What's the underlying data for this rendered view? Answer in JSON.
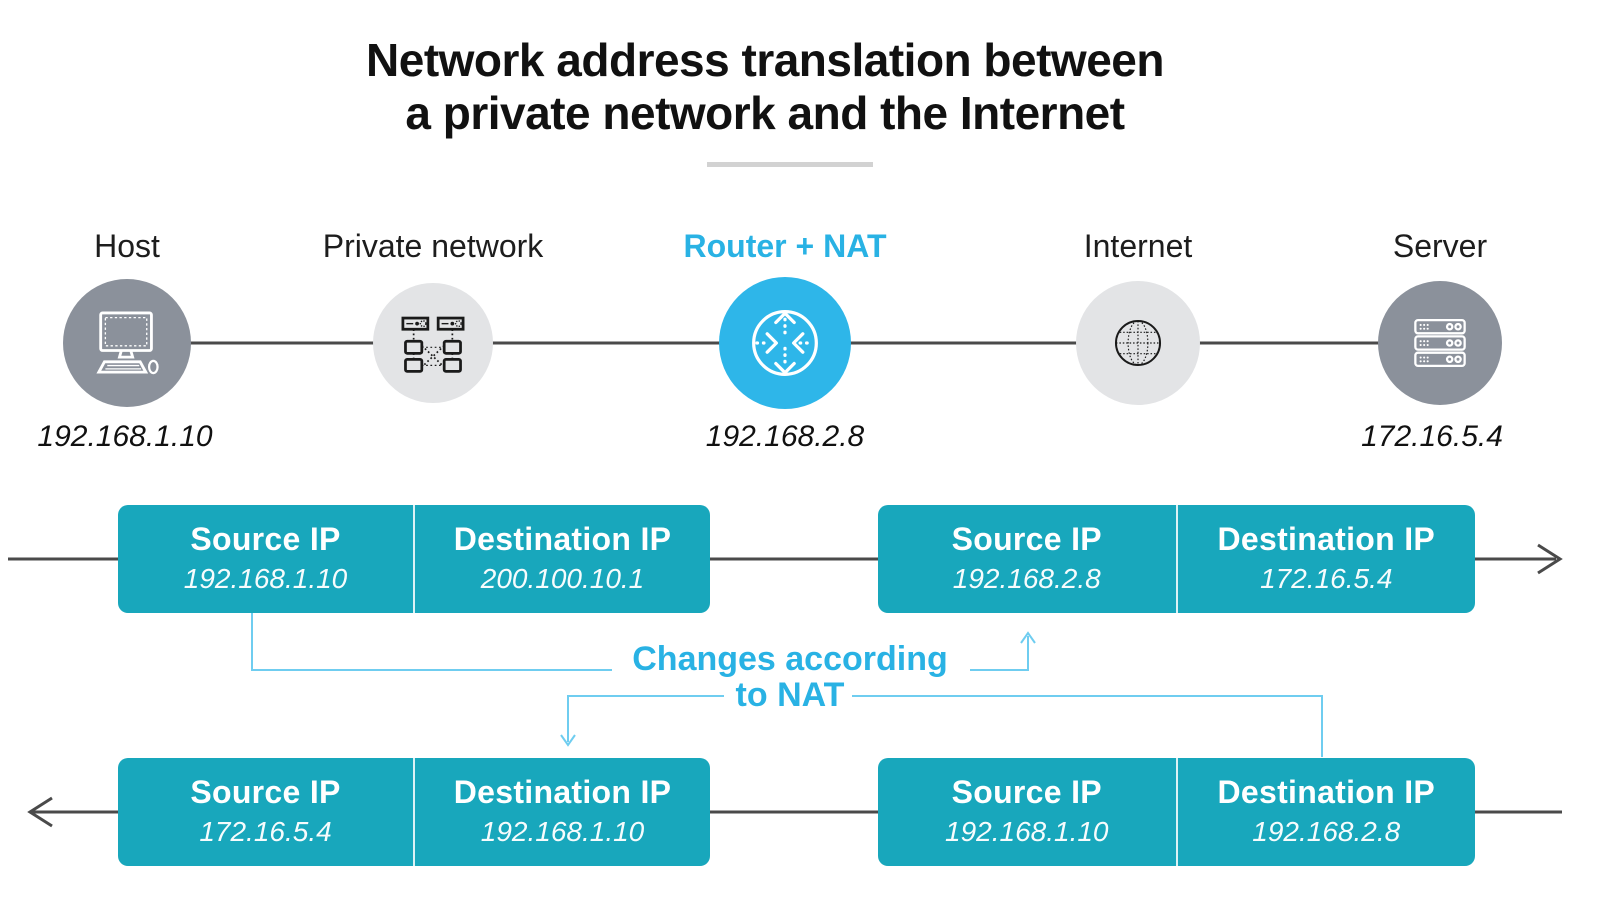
{
  "title": {
    "line1": "Network address translation between",
    "line2": "a private network and the Internet"
  },
  "nodes": [
    {
      "label": "Host",
      "ip": "192.168.1.10",
      "icon": "desktop-computer-icon",
      "variant": "dark"
    },
    {
      "label": "Private network",
      "ip": "",
      "icon": "lan-network-icon",
      "variant": "light"
    },
    {
      "label": "Router + NAT",
      "ip": "192.168.2.8",
      "icon": "router-icon",
      "variant": "accent"
    },
    {
      "label": "Internet",
      "ip": "",
      "icon": "globe-icon",
      "variant": "light"
    },
    {
      "label": "Server",
      "ip": "172.16.5.4",
      "icon": "server-icon",
      "variant": "dark"
    }
  ],
  "packets": {
    "top_left": {
      "source": {
        "label": "Source IP",
        "ip": "192.168.1.10"
      },
      "dest": {
        "label": "Destination IP",
        "ip": "200.100.10.1"
      }
    },
    "top_right": {
      "source": {
        "label": "Source IP",
        "ip": "192.168.2.8"
      },
      "dest": {
        "label": "Destination IP",
        "ip": "172.16.5.4"
      }
    },
    "bottom_left": {
      "source": {
        "label": "Source IP",
        "ip": "172.16.5.4"
      },
      "dest": {
        "label": "Destination IP",
        "ip": "192.168.1.10"
      }
    },
    "bottom_right": {
      "source": {
        "label": "Source IP",
        "ip": "192.168.1.10"
      },
      "dest": {
        "label": "Destination IP",
        "ip": "192.168.2.8"
      }
    }
  },
  "annotation": {
    "line1": "Changes according",
    "line2": "to NAT"
  },
  "colors": {
    "accent": "#29b2e4",
    "accent_circle": "#2eb6e9",
    "teal": "#18a7bc",
    "connector": "#6fcdf0",
    "node_dark": "#8b919b",
    "node_light": "#e3e4e6",
    "line_dark": "#4a4a4a",
    "title_text": "#111111",
    "underline": "#d2d2d2"
  }
}
